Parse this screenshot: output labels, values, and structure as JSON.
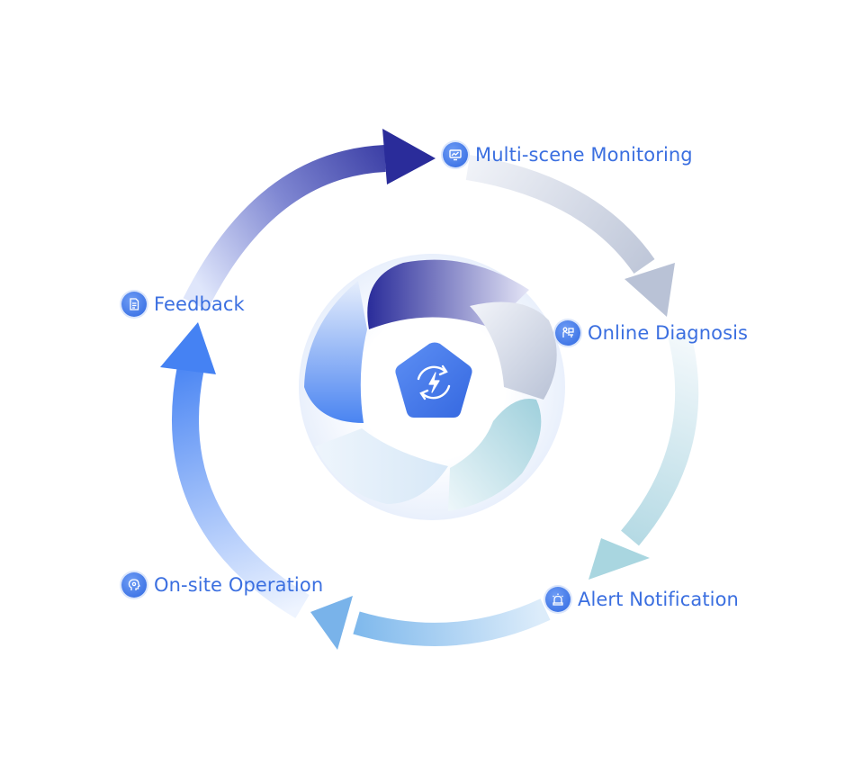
{
  "steps": [
    {
      "id": "monitoring",
      "label": "Multi-scene Monitoring",
      "icon": "monitor-chart-icon"
    },
    {
      "id": "diagnosis",
      "label": "Online Diagnosis",
      "icon": "person-at-desk-icon"
    },
    {
      "id": "alert",
      "label": "Alert Notification",
      "icon": "alarm-light-icon"
    },
    {
      "id": "operation",
      "label": "On-site Operation",
      "icon": "head-gear-icon"
    },
    {
      "id": "feedback",
      "label": "Feedback",
      "icon": "document-icon"
    }
  ],
  "center": {
    "icon": "refresh-lightning-icon"
  },
  "colors": {
    "accent": "#3b6fe0",
    "arrow_dark": "#2a2c9a",
    "arrow_gray": "#b8c1d6",
    "arrow_teal": "#a9d6e0",
    "arrow_sky": "#7fb6ea",
    "arrow_blue": "#4a86f2"
  }
}
